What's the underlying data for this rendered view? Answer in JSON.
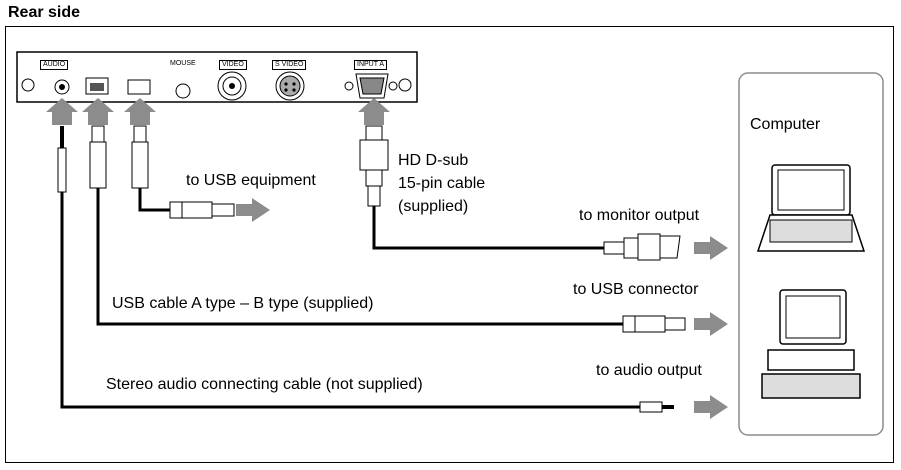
{
  "title": "Rear side",
  "panel": {
    "audio": "AUDIO",
    "mouse": "MOUSE",
    "video": "VIDEO",
    "svideo": "S VIDEO",
    "input_a": "INPUT A"
  },
  "computer_box": {
    "title": "Computer"
  },
  "labels": {
    "usb_equipment": "to USB equipment",
    "hd_dsub_line1": "HD D-sub",
    "hd_dsub_line2": "15-pin cable",
    "hd_dsub_line3": "(supplied)",
    "monitor_output": "to monitor output",
    "usb_connector": "to USB connector",
    "usb_cable": "USB cable A type – B type (supplied)",
    "audio_output": "to audio output",
    "audio_cable": "Stereo audio connecting cable (not supplied)"
  },
  "colors": {
    "arrow": "#8c8c8c",
    "line": "#000000",
    "box_border": "#8c8c8c"
  }
}
